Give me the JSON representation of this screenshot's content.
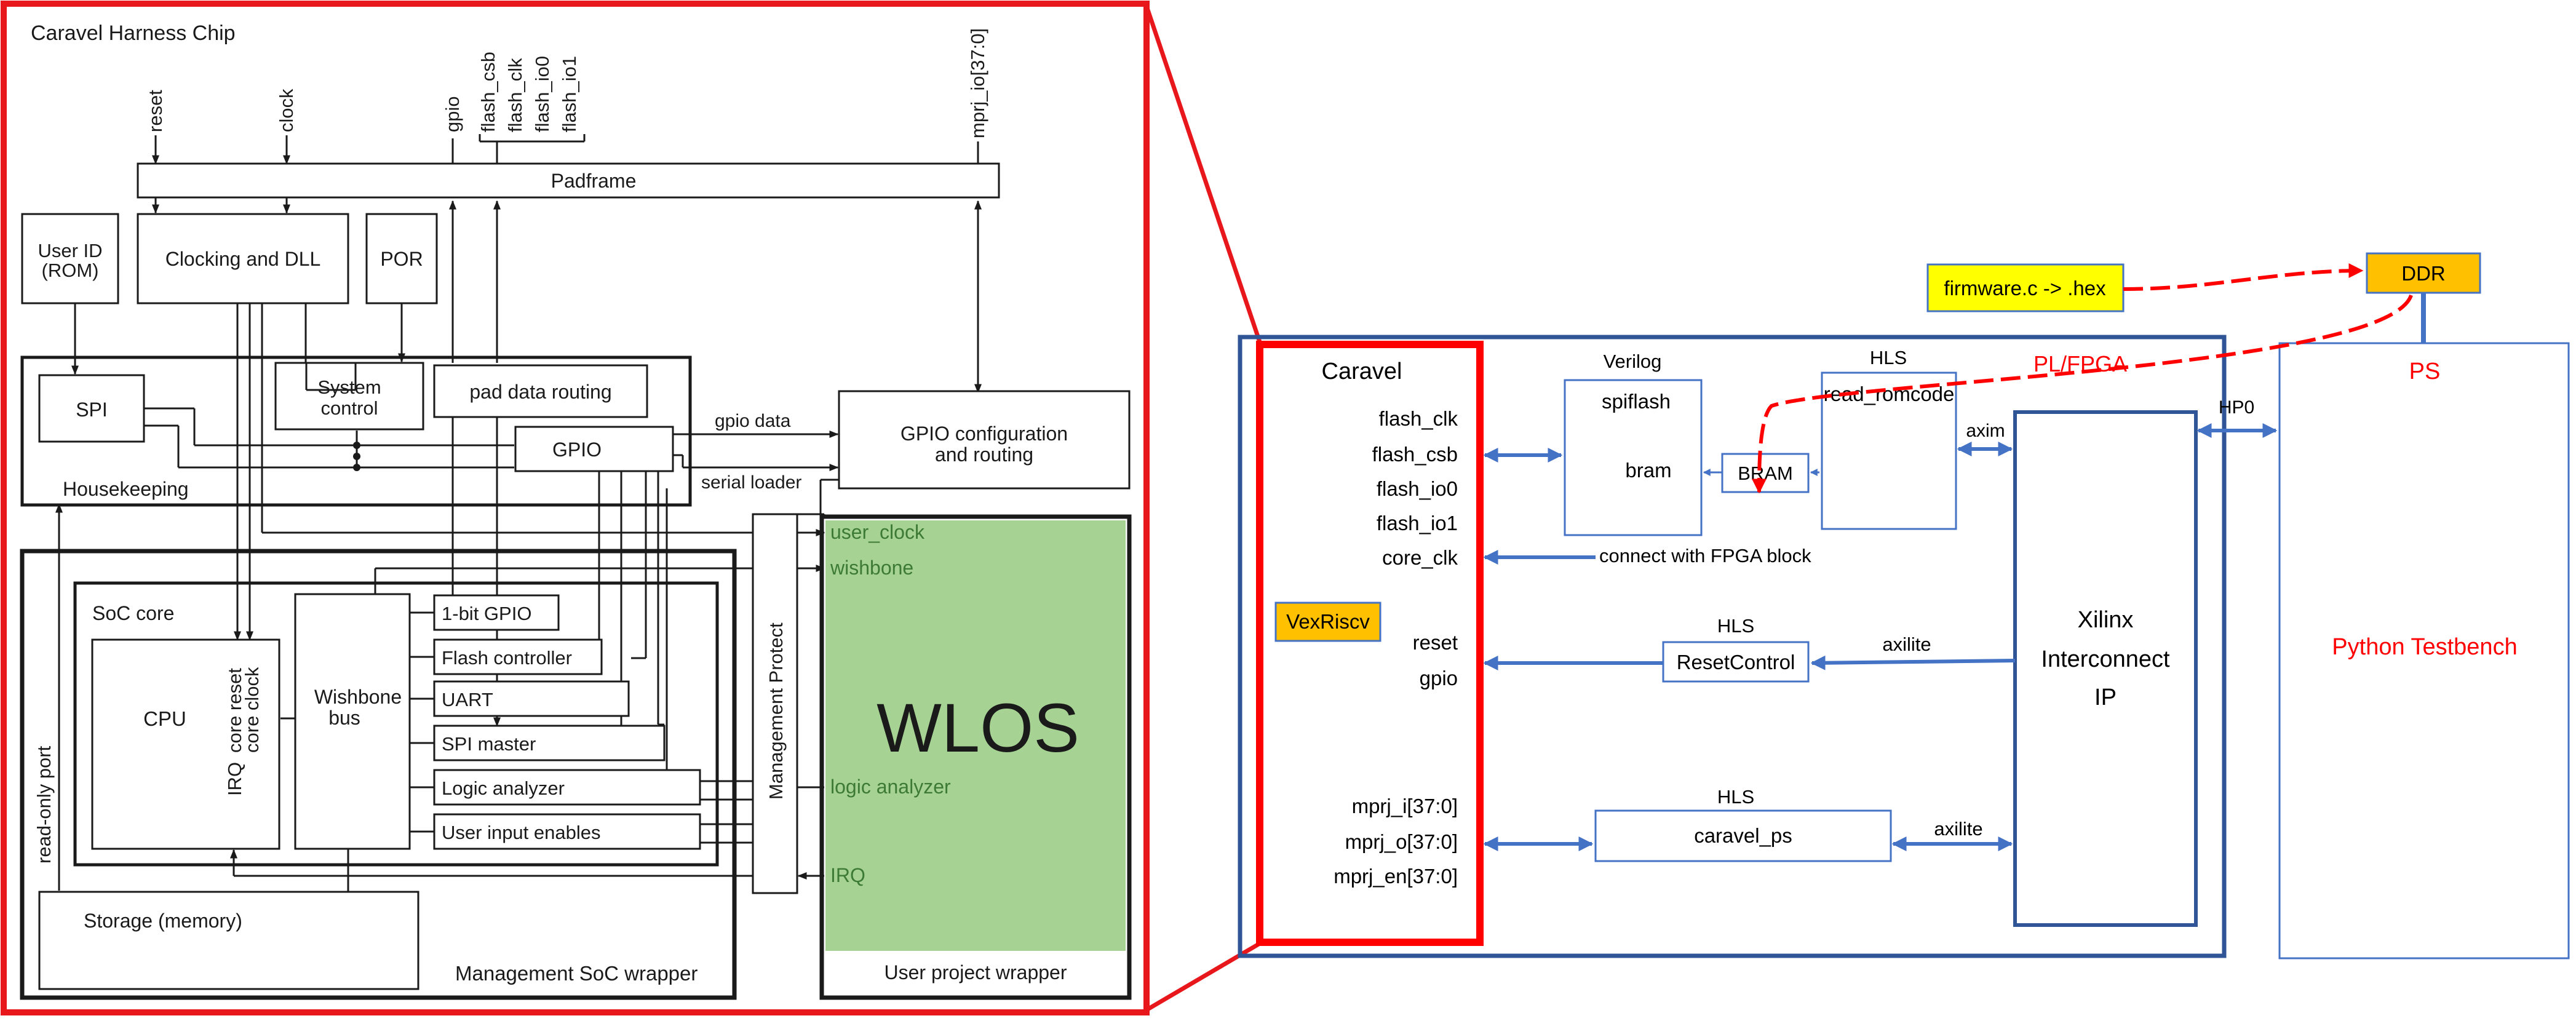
{
  "caravel_chip": {
    "title": "Caravel Harness Chip",
    "pins": {
      "reset": "reset",
      "clock": "clock",
      "gpio": "gpio",
      "flash_csb": "flash_csb",
      "flash_clk": "flash_clk",
      "flash_io0": "flash_io0",
      "flash_io1": "flash_io1",
      "mprj_io": "mprj_io[37:0]"
    },
    "padframe": "Padframe",
    "user_id_line1": "User ID",
    "user_id_line2": "(ROM)",
    "clocking": "Clocking and DLL",
    "por": "POR",
    "spi": "SPI",
    "system_control_line1": "System",
    "system_control_line2": "control",
    "pad_data_routing": "pad data routing",
    "gpio_block": "GPIO",
    "housekeeping": "Housekeeping",
    "gpio_data": "gpio data",
    "serial_loader": "serial loader",
    "gpio_config_line1": "GPIO configuration",
    "gpio_config_line2": "and routing",
    "management_protect": "Management Protect",
    "user_clock": "user_clock",
    "wishbone": "wishbone",
    "logic_analyzer_signal": "logic analyzer",
    "irq_signal": "IRQ",
    "wlos": "WLOS",
    "user_project_wrapper": "User project wrapper",
    "soc_core": "SoC core",
    "cpu": "CPU",
    "irq_label": "IRQ",
    "core_reset": "core reset",
    "core_clock": "core clock",
    "wishbone_bus_line1": "Wishbone",
    "wishbone_bus_line2": "bus",
    "peripherals": [
      "1-bit GPIO",
      "Flash controller",
      "UART",
      "SPI master",
      "Logic analyzer",
      "User input enables"
    ],
    "read_only_port": "read-only port",
    "storage": "Storage (memory)",
    "management_soc_wrapper": "Management SoC wrapper",
    "colors": {
      "red_frame": "#e8171c",
      "wlos_green": "#a6d393",
      "green_text": "#3d7a36"
    }
  },
  "fpga_diagram": {
    "caravel_title": "Caravel",
    "caravel_signals": [
      "flash_clk",
      "flash_csb",
      "flash_io0",
      "flash_io1",
      "core_clk"
    ],
    "vexriscv": "VexRiscv",
    "reset": "reset",
    "gpio": "gpio",
    "mprj_signals": [
      "mprj_i[37:0]",
      "mprj_o[37:0]",
      "mprj_en[37:0]"
    ],
    "verilog_tag": "Verilog",
    "spiflash": "spiflash",
    "bram_inner": "bram",
    "bram_box": "BRAM",
    "hls_romcode_tag": "HLS",
    "read_romcode": "read_romcode",
    "pl_fpga": "PL/FPGA",
    "axim": "axim",
    "hp0": "HP0",
    "connect_fpga": "connect with FPGA block",
    "hls_reset_tag": "HLS",
    "reset_control": "ResetControl",
    "axilite1": "axilite",
    "interconnect_line1": "Xilinx",
    "interconnect_line2": "Interconnect",
    "interconnect_line3": "IP",
    "hls_ps_tag": "HLS",
    "caravel_ps": "caravel_ps",
    "axilite2": "axilite",
    "ps": "PS",
    "python_testbench": "Python Testbench",
    "ddr": "DDR",
    "firmware": "firmware.c -> .hex",
    "colors": {
      "blue": "#4472c4",
      "dark_blue": "#2f5597",
      "orange": "#ffc000",
      "yellow": "#ffff00",
      "red": "#ff0000"
    }
  }
}
